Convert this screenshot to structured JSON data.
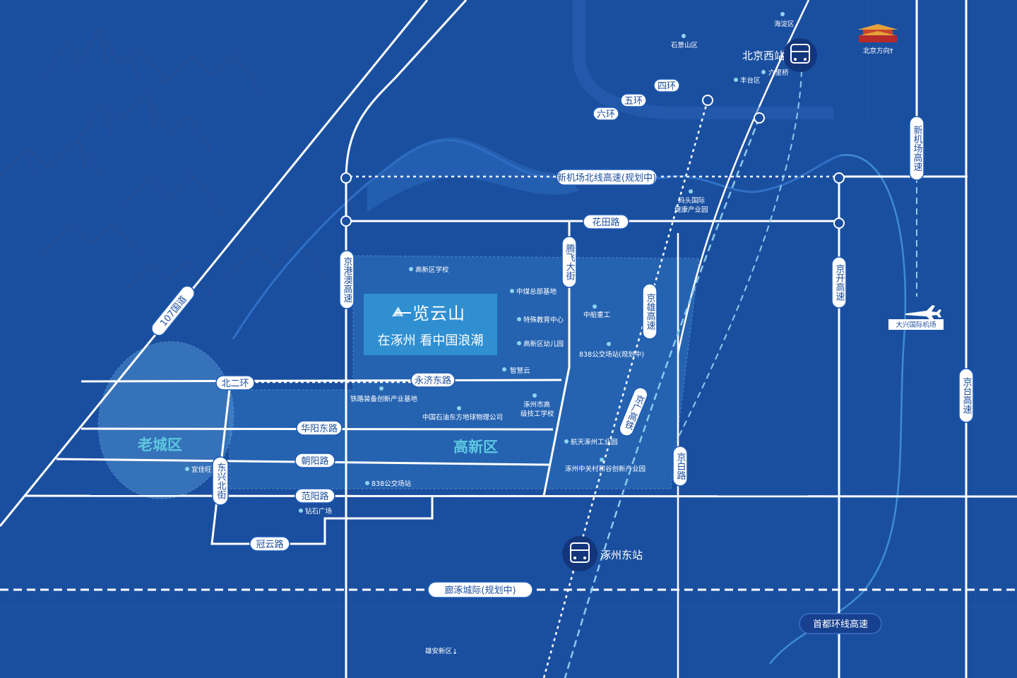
{
  "map": {
    "colors": {
      "background": "#1a4fa0",
      "road": "#ffffff",
      "rail_light": "#8ec9ee",
      "high_tech_zone": "#3b7fc6",
      "old_city": "#4f95cf",
      "district_text": "#5ec8e0",
      "panel": "#2f8fd1"
    },
    "project": {
      "brand": "一览云山",
      "slogan": "在涿州 看中国浪潮"
    },
    "districts": {
      "old_city": "老城区",
      "high_tech": "高新区"
    },
    "roads": {
      "ring4": "四环",
      "ring5": "五环",
      "ring6": "六环",
      "new_airport_north": "新机场北线高速(规划中)",
      "huatian": "花田路",
      "gangao": "京港澳高速",
      "tengfei": "腾飞大街",
      "jingxiong": "京雄高速",
      "jingkai": "京开高速",
      "new_airport_exp": "新机场高速",
      "jingtai": "京台高速",
      "g107": "107国道",
      "beierhuan": "北二环",
      "yongji": "永济东路",
      "huayang": "华阳东路",
      "chaoyang": "朝阳路",
      "fanyang": "范阳路",
      "guanyun": "冠云路",
      "dongxing": "东兴北街",
      "jingguang": "京广高铁",
      "jingbai": "京白路",
      "langzhuo": "廊涿城际(规划中)",
      "capital_ring": "首都环线高速"
    },
    "stations": {
      "beijing_west": "北京西站",
      "zhuozhou_east": "涿州东站"
    },
    "pois": {
      "haidian": "海淀区",
      "shijingshan": "石景山区",
      "liuliqiao": "六里桥",
      "fengtai": "丰台区",
      "beijing_dir": "北京方向",
      "matou": "码头国际",
      "matou2": "健康产业园",
      "daxing_airport": "大兴国际机场",
      "gaoxin_school": "高新区学校",
      "zhongmei": "中煤总部基地",
      "tesu": "特殊教育中心",
      "gaoxin_kinder": "高新区幼儿园",
      "zhongchuan": "中船重工",
      "bus838_plan": "838公交场站(规划中)",
      "zhihuiyun": "智慧云",
      "tielu": "铁路装备创新产业基地",
      "jigong": "涿州市高",
      "jigong2": "级技工学校",
      "cnpc": "中国石油东方地球物理公司",
      "hangtian": "航天涿州工业园",
      "zhongguancun": "涿州中关村和谷创新产业园",
      "bus838": "838公交场站",
      "zuanshi": "钻石广场",
      "yijiawang": "宜佳旺",
      "xiongan": "雄安新区"
    }
  }
}
